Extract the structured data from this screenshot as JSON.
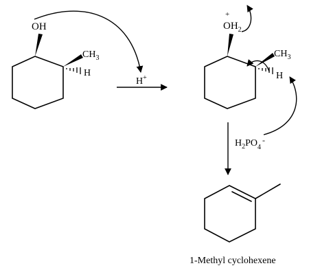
{
  "reactant": {
    "oh_label": "OH",
    "methyl_label": "CH",
    "methyl_sub": "3",
    "h_label": "H"
  },
  "reagent": {
    "proton_label": "H",
    "proton_charge": "+"
  },
  "intermediate": {
    "charge": "+",
    "oxonium_label": "OH",
    "oxonium_sub": "2",
    "methyl_label": "CH",
    "methyl_sub": "3",
    "h_label": "H"
  },
  "base": {
    "label_h": "H",
    "label_h_sub": "2",
    "label_po": "PO",
    "label_po_sub": "4",
    "label_charge": "-"
  },
  "product": {
    "name": "1-Methyl cyclohexene"
  },
  "colors": {
    "ink": "#000000",
    "background": "#ffffff"
  }
}
